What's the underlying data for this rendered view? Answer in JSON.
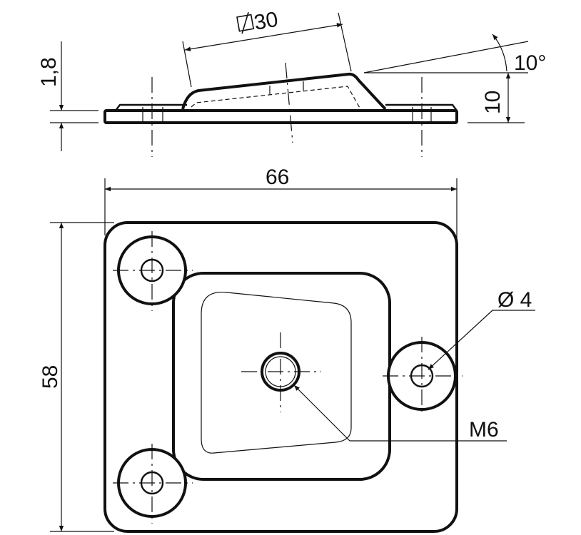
{
  "drawing": {
    "side_view": {
      "square_size_label": "30",
      "thickness_label": "1,8",
      "angle_label": "10°",
      "height_label": "10"
    },
    "top_view": {
      "width_label": "66",
      "height_label": "58",
      "hole_label": "Ø 4",
      "thread_label": "M6"
    }
  }
}
